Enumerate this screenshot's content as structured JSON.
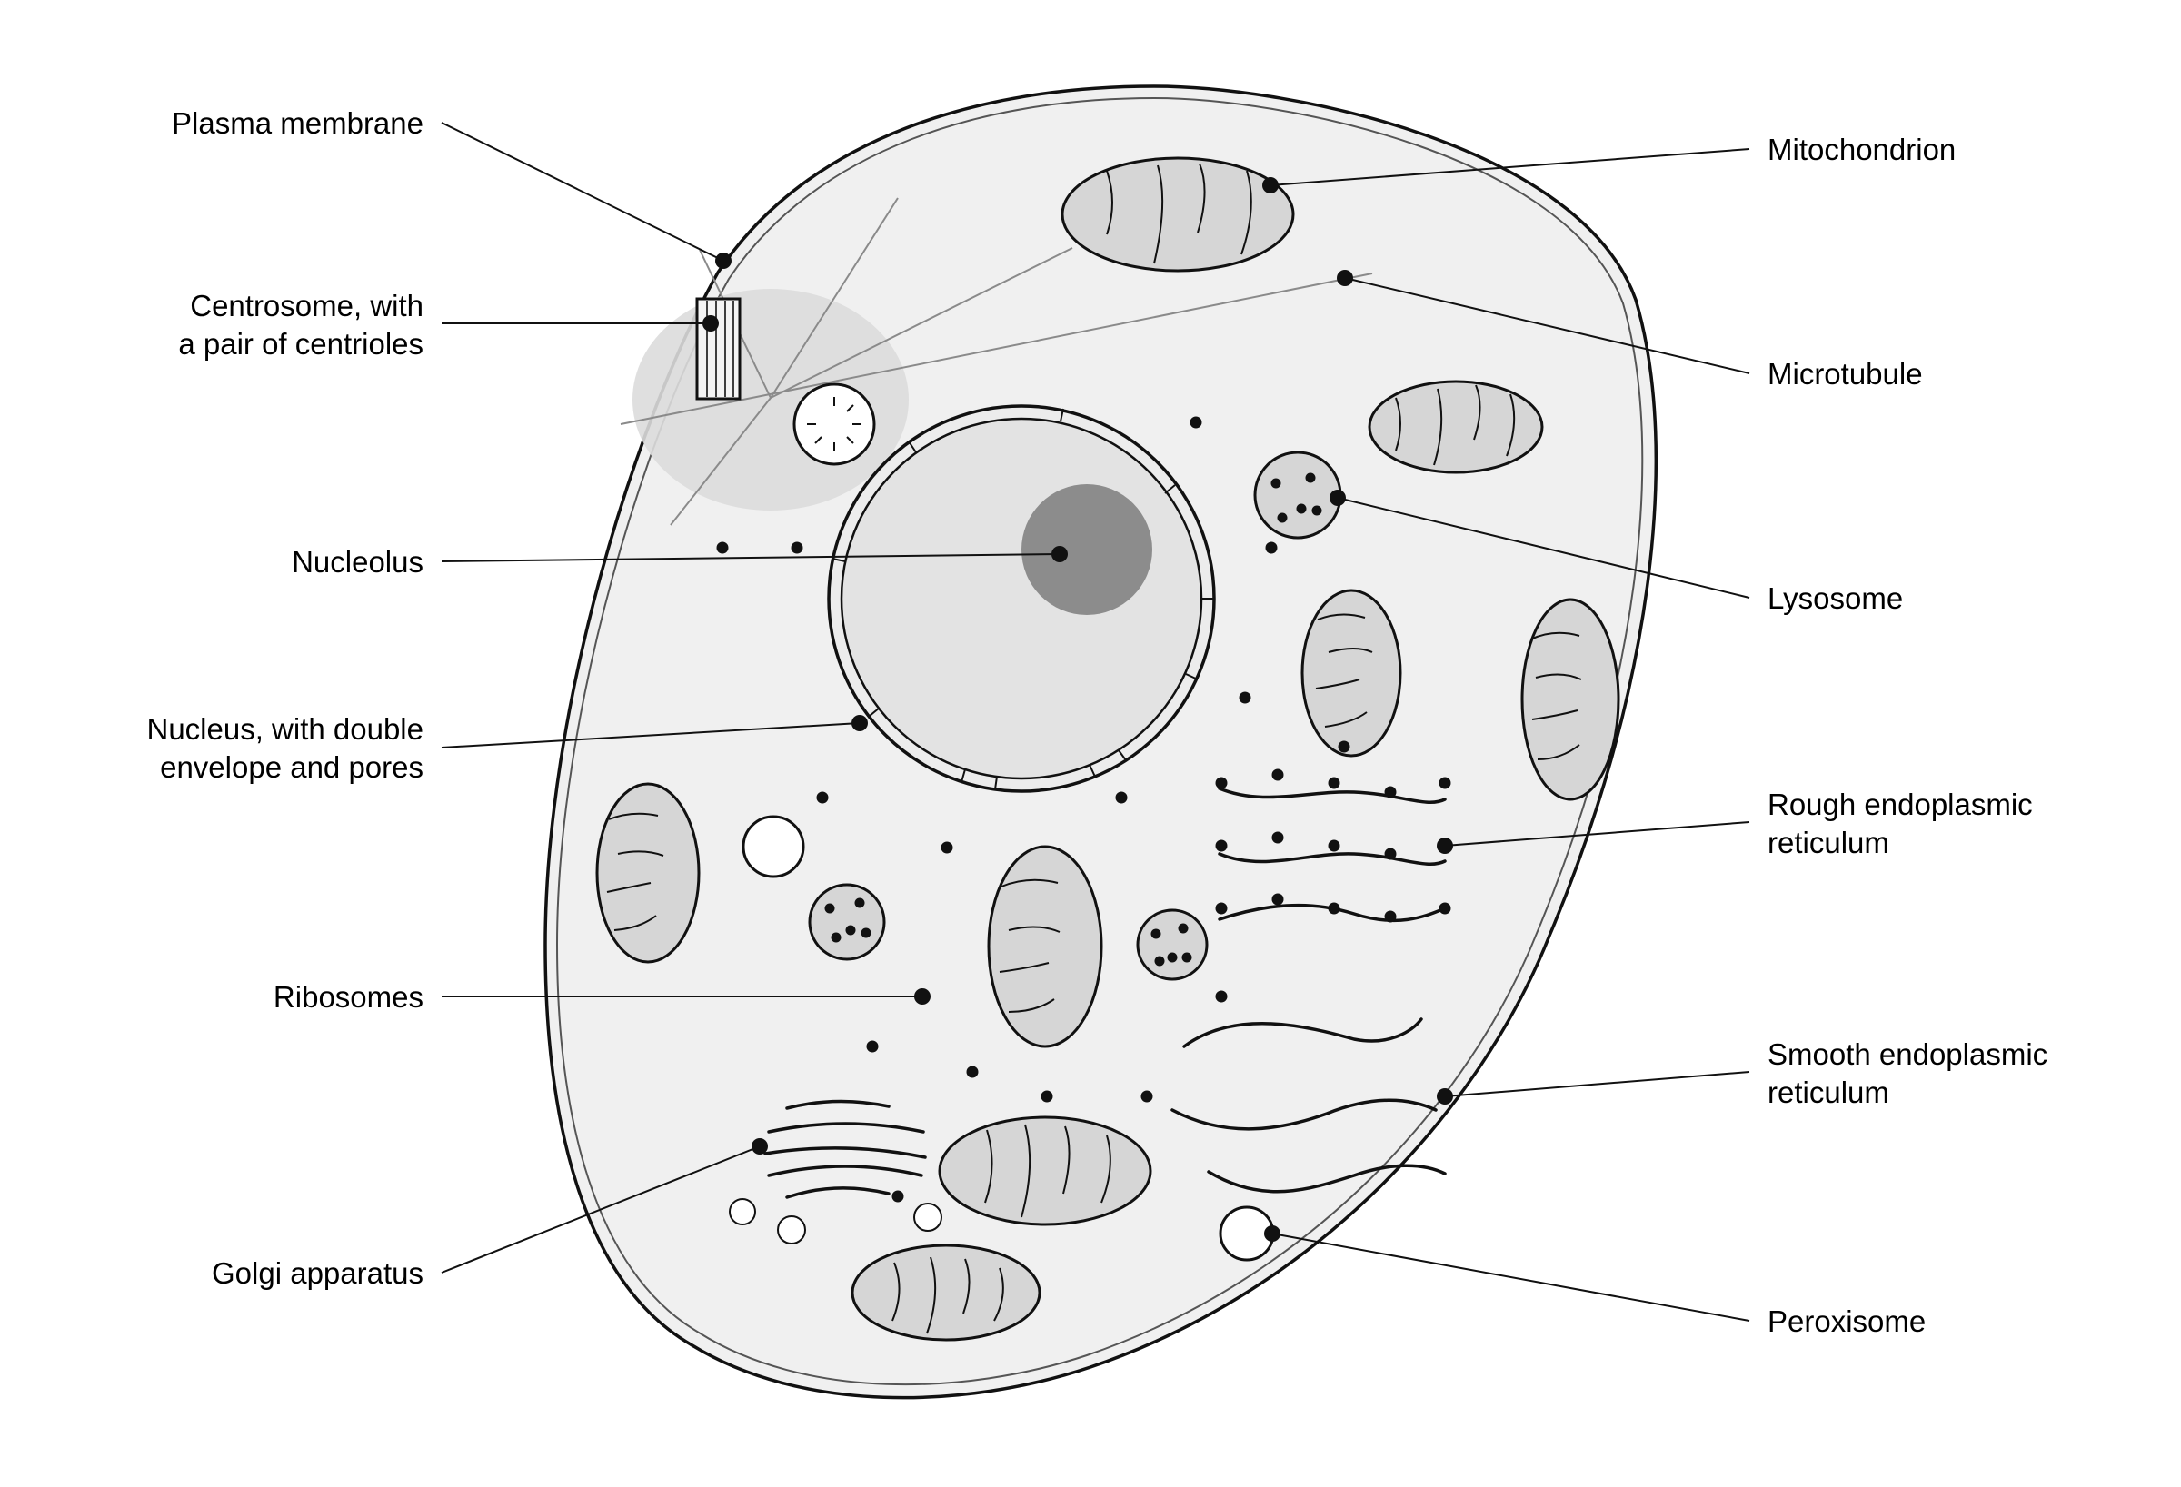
{
  "labels": {
    "plasma_membrane": "Plasma membrane",
    "centrosome_line1": "Centrosome, with",
    "centrosome_line2": "a pair of centrioles",
    "nucleolus": "Nucleolus",
    "nucleus_line1": "Nucleus, with double",
    "nucleus_line2": "envelope and pores",
    "ribosomes": "Ribosomes",
    "golgi": "Golgi apparatus",
    "mitochondrion": "Mitochondrion",
    "microtubule": "Microtubule",
    "lysosome": "Lysosome",
    "rough_er_line1": "Rough endoplasmic",
    "rough_er_line2": "reticulum",
    "smooth_er_line1": "Smooth endoplasmic",
    "smooth_er_line2": "reticulum",
    "peroxisome": "Peroxisome"
  },
  "colors": {
    "cytoplasm": "#f0f0f0",
    "organelle_fill": "#d6d6d6",
    "nucleus_fill": "#e3e3e3",
    "nucleolus_fill": "#8c8c8c",
    "centrosome_zone": "#dcdcdc",
    "line": "#111111",
    "microtubule": "#8a8a8a"
  }
}
